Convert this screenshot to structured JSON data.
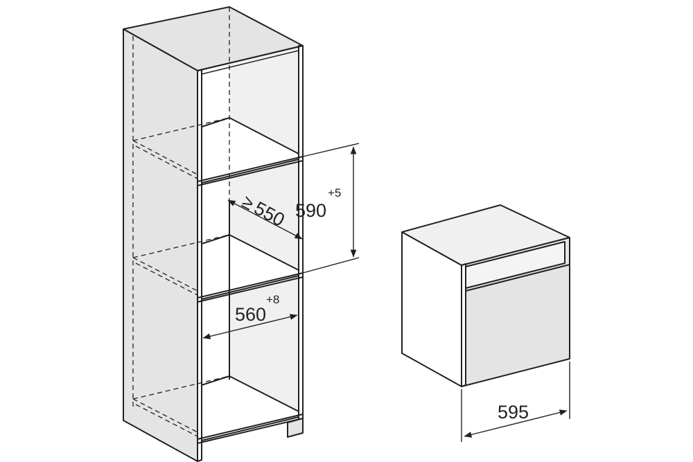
{
  "colors": {
    "stroke": "#231f20",
    "face": "#ffffff",
    "shade": "#e4e4e4",
    "shade_light": "#f0f0f0",
    "dim": "#231f20"
  },
  "dimensions": {
    "niche_height": {
      "value": "590",
      "tolerance": "+5"
    },
    "niche_depth": {
      "prefix": "≥",
      "value": "550"
    },
    "niche_width": {
      "value": "560",
      "tolerance": "+8"
    },
    "appliance_width": {
      "value": "595"
    }
  }
}
